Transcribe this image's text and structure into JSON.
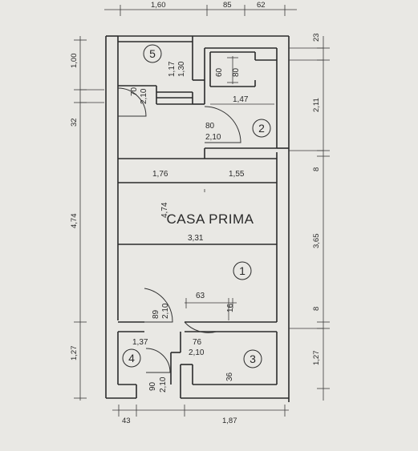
{
  "watermark": "CASA PRIMA",
  "rooms": [
    "1",
    "2",
    "3",
    "4",
    "5"
  ],
  "dims": {
    "top_1": "1,60",
    "top_2": "85",
    "top_3": "62",
    "left_1": "1,00",
    "left_2": "32",
    "left_3": "4,74",
    "left_4": "1,27",
    "right_1": "23",
    "right_2": "2,11",
    "right_3": "8",
    "right_4": "3,65",
    "right_5": "8",
    "right_6": "1,27",
    "bottom_1": "43",
    "bottom_2": "1,87"
  },
  "labels": {
    "r5_door_w": "70",
    "r5_door_h": "2,10",
    "r5_117": "1,17",
    "r5_130": "1,30",
    "r2_60": "60",
    "r2_80": "80",
    "r2_147": "1,47",
    "r2_door_w": "80",
    "r2_door_h": "2,10",
    "r1_176": "1,76",
    "r1_155": "1,55",
    "r1_474": "4,74",
    "r1_331": "3,31",
    "d_89": "89",
    "d_210": "2,10",
    "d_63": "63",
    "d_16": "16",
    "d_137": "1,37",
    "d_76": "76",
    "d_210b": "2,10",
    "d_36": "36",
    "d_90": "90",
    "d_210c": "2,10"
  }
}
